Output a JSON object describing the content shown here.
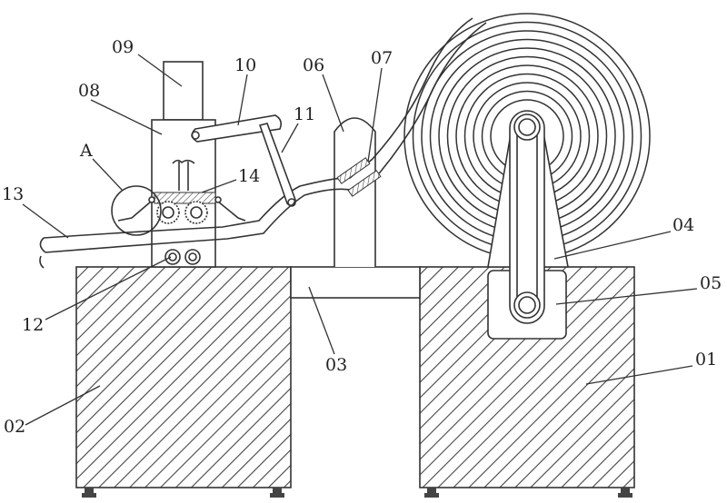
{
  "labels": {
    "l01": "01",
    "l02": "02",
    "l03": "03",
    "l04": "04",
    "l05": "05",
    "l06": "06",
    "l07": "07",
    "l08": "08",
    "l09": "09",
    "l10": "10",
    "l11": "11",
    "l12": "12",
    "l13": "13",
    "l14": "14",
    "lA": "A"
  }
}
